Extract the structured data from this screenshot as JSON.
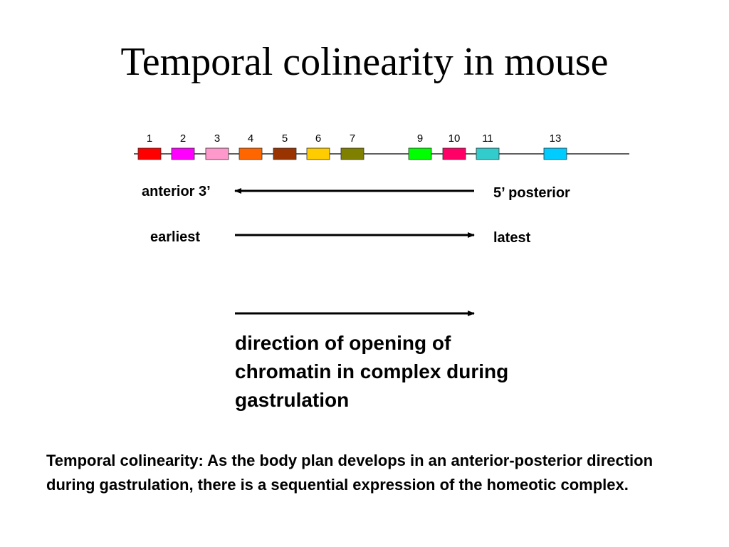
{
  "title": "Temporal colinearity in mouse",
  "genes": [
    {
      "label": "1",
      "color": "#ff0000"
    },
    {
      "label": "2",
      "color": "#ff00ff"
    },
    {
      "label": "3",
      "color": "#ff99cc"
    },
    {
      "label": "4",
      "color": "#ff6600"
    },
    {
      "label": "5",
      "color": "#993300"
    },
    {
      "label": "6",
      "color": "#ffcc00"
    },
    {
      "label": "7",
      "color": "#808000"
    },
    {
      "label": "9",
      "color": "#00ff00"
    },
    {
      "label": "10",
      "color": "#ff0066"
    },
    {
      "label": "11",
      "color": "#33cccc"
    },
    {
      "label": "13",
      "color": "#00ccff"
    }
  ],
  "labels": {
    "anterior": "anterior 3’",
    "posterior": "5’ posterior",
    "earliest": "earliest",
    "latest": "latest"
  },
  "note": "direction of opening of chromatin in complex during gastrulation",
  "caption": "Temporal colinearity:  As the body plan develops in an anterior-posterior direction during gastrulation, there is a sequential expression of the homeotic complex."
}
